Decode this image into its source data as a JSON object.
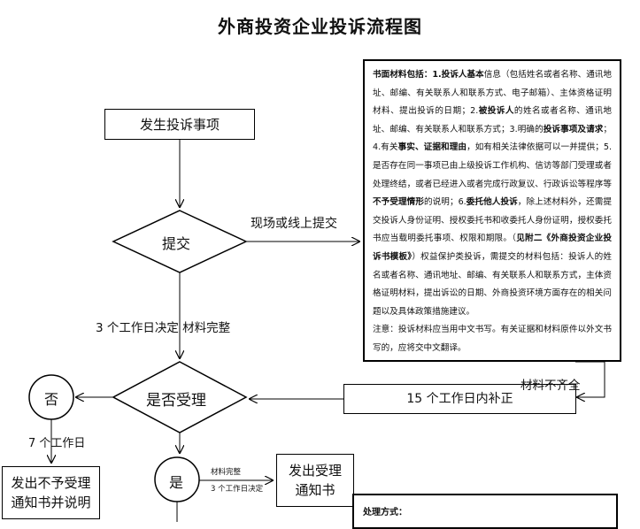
{
  "title": "外商投资企业投诉流程图",
  "nodes": {
    "start": "发生投诉事项",
    "submit": "提交",
    "accept": "是否受理",
    "no": "否",
    "yes": "是",
    "supplement": "15 个工作日内补正",
    "reject_notice_line1": "发出不予受理",
    "reject_notice_line2": "通知书并说明",
    "accept_notice_line1": "发出受理",
    "accept_notice_line2": "通知书"
  },
  "edge_labels": {
    "onsite_online": "现场或线上提交",
    "three_days_complete": "3 个工作日决定  材料完整",
    "incomplete": "材料不齐全",
    "seven_days": "7 个工作日",
    "small_complete": "材料完整",
    "small_three_days": "3 个工作日决定"
  },
  "note_parts": [
    {
      "t": "书面材料包括：1.",
      "b": true
    },
    {
      "t": "投诉人基本",
      "b": true
    },
    {
      "t": "信息（包括姓名或者名称、通讯地址、邮编、有关联系人和联系方式、电子邮箱）、主体资格证明材料、提出投诉的日期；2.",
      "b": false
    },
    {
      "t": "被投诉人",
      "b": true
    },
    {
      "t": "的姓名或者名称、通讯地址、邮编、有关联系人和联系方式；3.明确的",
      "b": false
    },
    {
      "t": "投诉事项及请求",
      "b": true
    },
    {
      "t": "；4.有关",
      "b": false
    },
    {
      "t": "事实、证据和理由",
      "b": true
    },
    {
      "t": "，如有相关法律依据可以一并提供；5.是否存在同一事项已由上级投诉工作机构、信访等部门受理或者处理终结，或者已经进入或者完成行政复议、行政诉讼等程序等",
      "b": false
    },
    {
      "t": "不予受理情形",
      "b": true
    },
    {
      "t": "的说明；6.",
      "b": false
    },
    {
      "t": "委托他人投诉",
      "b": true
    },
    {
      "t": "，除上述材料外，还需提交投诉人身份证明、授权委托书和收委托人身份证明，授权委托书应当载明委托事项、权限和期限。（",
      "b": false
    },
    {
      "t": "见附二《外商投资企业投诉书模板》",
      "b": true
    },
    {
      "t": "）权益保护类投诉，需提交的材料包括：投诉人的姓名或者名称、通讯地址、邮编、有关联系人和联系方式，主体资格证明材料，提出诉讼的日期、外商投资环境方面存在的相关问题以及具体政策措施建议。",
      "b": false
    },
    {
      "t": "\n注意：投诉材料应当用中文书写。有关证据和材料原件以外文书写的，应将交中文翻译。",
      "b": false
    }
  ],
  "method_title": "处理方式："
}
